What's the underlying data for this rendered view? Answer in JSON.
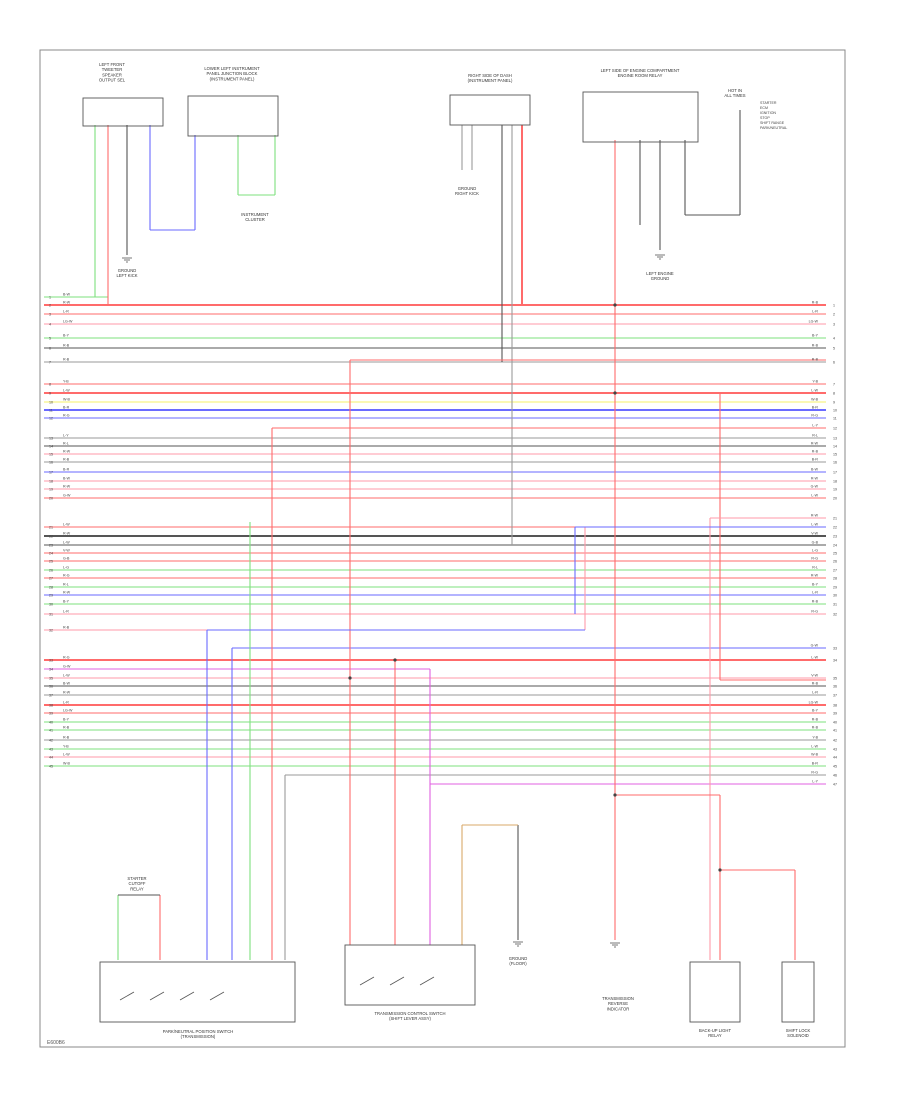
{
  "figure_id": "E600B6",
  "colors": {
    "red": "#ff6b6b",
    "pink": "#ff9aa8",
    "green": "#7ee07e",
    "blue": "#6a6aff",
    "yellow": "#f5f06a",
    "gray": "#9a9a9a",
    "dark": "#555555",
    "magenta": "#e060e0",
    "orange": "#d9a86a",
    "frame": "#888888"
  },
  "wire_labels_left": [
    "B-W",
    "R-W",
    "L-R",
    "LG-W",
    "B-Y",
    "R-B",
    "R-B",
    "Y-B",
    "L-W",
    "W-B",
    "B-R",
    "R-G",
    "L-Y",
    "R-L",
    "R-W",
    "R-B",
    "B-R",
    "B-W",
    "R-W",
    "G-W",
    "L-W",
    "R-W",
    "L-W",
    "V-W",
    "G-B",
    "L-G",
    "R-G",
    "R-L",
    "R-W",
    "B-Y",
    "L-R",
    "R-B",
    "R-G",
    "G-W",
    "L-W"
  ],
  "wire_labels_right": [
    "R-B",
    "L-R",
    "LG-W",
    "B-Y",
    "R-B",
    "R-B",
    "Y-B",
    "L-W",
    "W-B",
    "B-R",
    "R-G",
    "L-Y",
    "R-L",
    "R-W",
    "R-B",
    "B-R",
    "B-W",
    "R-W",
    "G-W",
    "L-W",
    "R-W",
    "L-W",
    "V-W",
    "G-B",
    "L-G",
    "R-G",
    "R-L",
    "R-W",
    "B-Y",
    "L-R",
    "R-B",
    "R-G",
    "G-W",
    "L-W",
    "V-W"
  ],
  "components": {
    "left_front_speaker": [
      "LEFT FRONT",
      "TWEETER",
      "SPEAKER",
      "OUTPUT SEL"
    ],
    "lower_left_instrument": [
      "LOWER LEFT INSTRUMENT",
      "PANEL JUNCTION BLOCK",
      "(INSTRUMENT PANEL)"
    ],
    "right_instrument": [
      "RIGHT SIDE OF DASH",
      "(INSTRUMENT PANEL)"
    ],
    "left_engine_comp": [
      "LEFT SIDE OF ENGINE COMPARTMENT",
      "ENGINE ROOM RELAY"
    ],
    "hot_in_start": [
      "HOT IN",
      "ALL TIMES"
    ],
    "hot_list": [
      "STARTER",
      "ECM",
      "IGNITION",
      "STOP",
      "SHIFT RANGE",
      "PARK/NEUTRAL"
    ],
    "ground_left": [
      "GROUND",
      "LEFT KICK"
    ],
    "interior_left": [
      "INSTRUMENT",
      "CLUSTER"
    ],
    "ground_center": [
      "GROUND",
      "RIGHT KICK"
    ],
    "left_engine_ground": [
      "LEFT ENGINE",
      "GROUND"
    ],
    "starter_relay": [
      "STARTER",
      "CUTOFF",
      "RELAY"
    ],
    "park_neutral_switch": [
      "PARK/NEUTRAL POSITION SWITCH",
      "(TRANSMISSION)"
    ],
    "transmission_control": [
      "TRANSMISSION CONTROL SWITCH",
      "(SHIFT LEVER ASSY)"
    ],
    "rear_ground": [
      "GROUND",
      "(FLOOR)"
    ],
    "transmission_rev": [
      "TRANSMISSION",
      "REVERSE",
      "INDICATOR"
    ],
    "back_up_light": [
      "BACK-UP LIGHT",
      "RELAY"
    ],
    "shift_lock": [
      "SHIFT LOCK",
      "SOLENOID"
    ]
  }
}
